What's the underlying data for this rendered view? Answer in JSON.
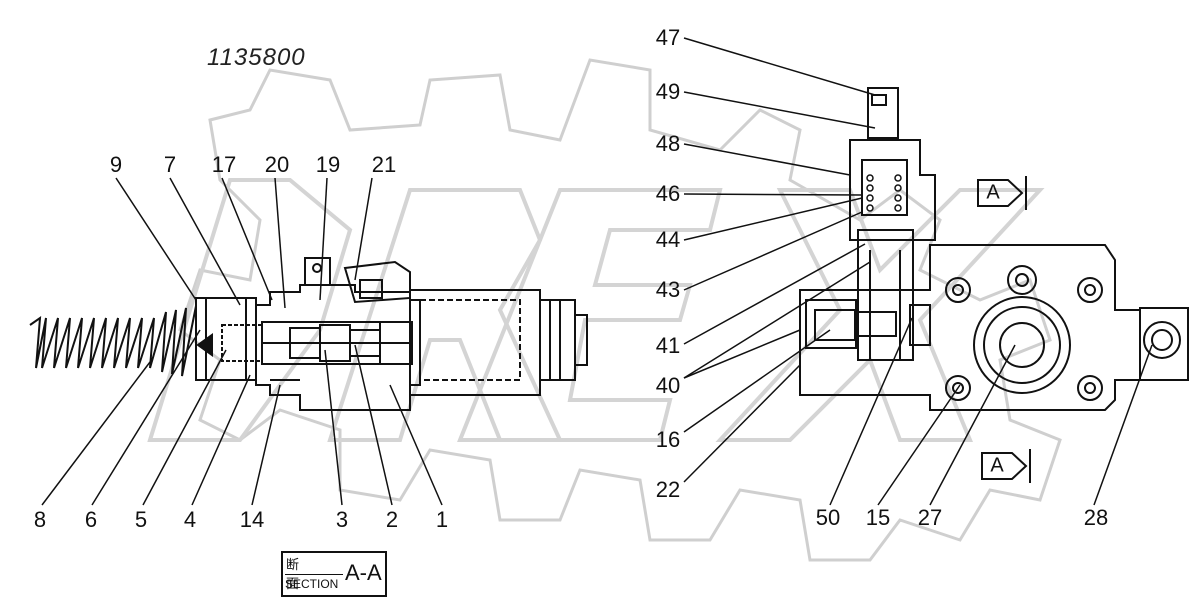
{
  "drawing_id": "1135800",
  "watermark_text": "DREX",
  "section_label": {
    "kanji": "断 面",
    "word": "SECTION",
    "letters": "A-A"
  },
  "view_markers": [
    {
      "letter": "A"
    },
    {
      "letter": "A"
    }
  ],
  "callouts": [
    {
      "label": "47"
    },
    {
      "label": "49"
    },
    {
      "label": "48"
    },
    {
      "label": "46"
    },
    {
      "label": "44"
    },
    {
      "label": "43"
    },
    {
      "label": "41"
    },
    {
      "label": "40"
    },
    {
      "label": "16"
    },
    {
      "label": "22"
    },
    {
      "label": "50"
    },
    {
      "label": "15"
    },
    {
      "label": "27"
    },
    {
      "label": "28"
    },
    {
      "label": "9"
    },
    {
      "label": "7"
    },
    {
      "label": "17"
    },
    {
      "label": "20"
    },
    {
      "label": "19"
    },
    {
      "label": "21"
    },
    {
      "label": "8"
    },
    {
      "label": "6"
    },
    {
      "label": "5"
    },
    {
      "label": "4"
    },
    {
      "label": "14"
    },
    {
      "label": "3"
    },
    {
      "label": "2"
    },
    {
      "label": "1"
    }
  ],
  "colors": {
    "ink": "#111111",
    "watermark": "#cfcfcf",
    "background": "#ffffff"
  }
}
